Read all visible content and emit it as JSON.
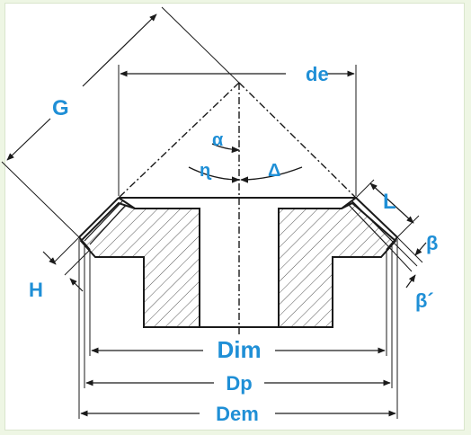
{
  "labels": {
    "de": "de",
    "G": "G",
    "alpha": "α",
    "eta": "ɳ",
    "delta": "Δ",
    "L": "L",
    "beta": "β",
    "beta_prime": "β´",
    "H": "H",
    "dim": "Dim",
    "dp": "Dp",
    "dem": "Dem"
  },
  "colors": {
    "label": "#1f8fd6",
    "line": "#1a1a1a",
    "background": "#ffffff"
  }
}
